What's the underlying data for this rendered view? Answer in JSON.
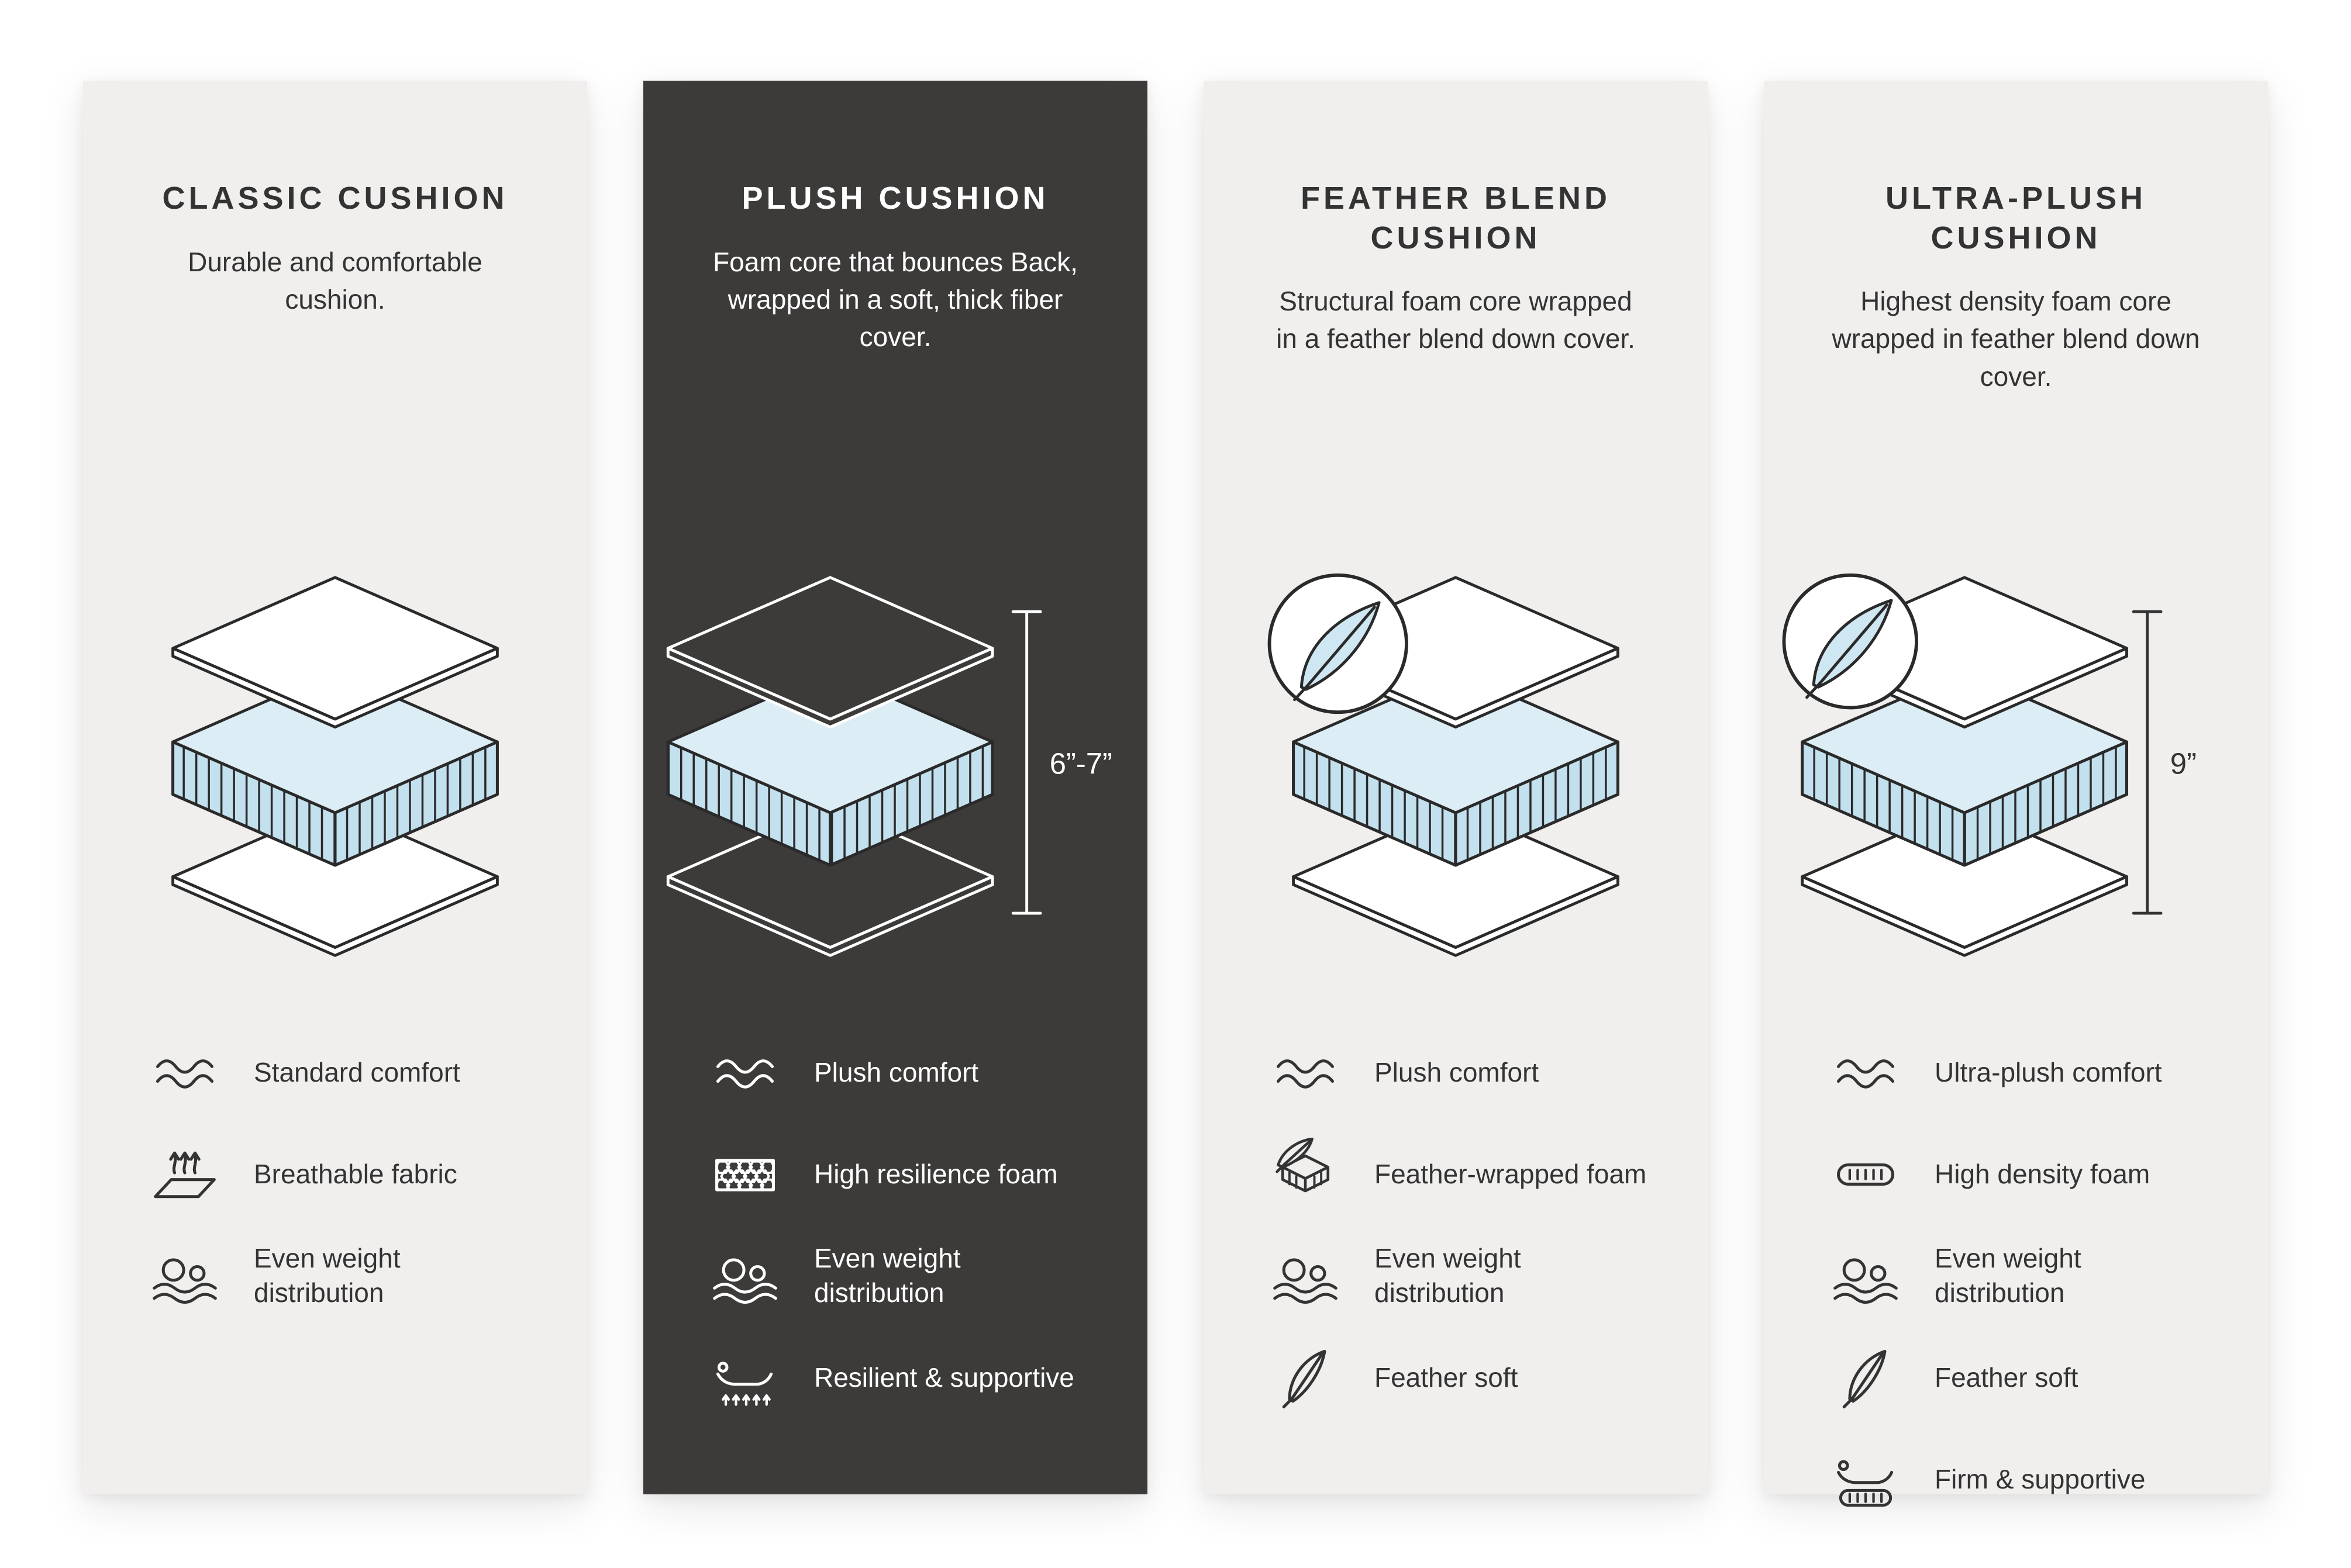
{
  "colors": {
    "page_bg": "#ffffff",
    "light_card_bg": "#f0efee",
    "dark_card_bg": "#3c3b3a",
    "foam_top": "#dcedf6",
    "foam_side": "#c3e0ee",
    "outline": "#2a2a2a",
    "feather_fill": "#cfe7f2",
    "text": "#333333",
    "text_on_dark": "#ffffff"
  },
  "cards": [
    {
      "id": "classic-cushion",
      "theme": "light",
      "title": "CLASSIC CUSHION",
      "description": "Durable and comfortable cushion.",
      "diagram": {
        "type": "layered-cushion",
        "badge_icon": "",
        "measure": ""
      },
      "features": [
        {
          "icon": "waves-icon",
          "label": "Standard comfort"
        },
        {
          "icon": "breathable-fabric-icon",
          "label": "Breathable fabric"
        },
        {
          "icon": "weight-distribution-icon",
          "label": "Even weight distribution"
        }
      ]
    },
    {
      "id": "plush-cushion",
      "theme": "dark",
      "title": "PLUSH CUSHION",
      "description": "Foam core that bounces Back, wrapped in a soft, thick fiber cover.",
      "diagram": {
        "type": "layered-cushion",
        "badge_icon": "",
        "measure": "6”-7”"
      },
      "features": [
        {
          "icon": "waves-icon",
          "label": "Plush comfort"
        },
        {
          "icon": "honeycomb-foam-icon",
          "label": "High resilience foam"
        },
        {
          "icon": "weight-distribution-icon",
          "label": "Even weight distribution"
        },
        {
          "icon": "resilient-supportive-icon",
          "label": "Resilient & supportive"
        }
      ]
    },
    {
      "id": "feather-blend-cushion",
      "theme": "light",
      "title": "FEATHER BLEND CUSHION",
      "description": "Structural foam core wrapped in a feather blend down cover.",
      "diagram": {
        "type": "layered-cushion",
        "badge_icon": "feather-badge-icon",
        "measure": ""
      },
      "features": [
        {
          "icon": "waves-icon",
          "label": "Plush comfort"
        },
        {
          "icon": "feather-wrapped-foam-icon",
          "label": "Feather-wrapped foam"
        },
        {
          "icon": "weight-distribution-icon",
          "label": "Even weight distribution"
        },
        {
          "icon": "feather-icon",
          "label": "Feather soft"
        }
      ]
    },
    {
      "id": "ultra-plush-cushion",
      "theme": "light",
      "title": "ULTRA-PLUSH CUSHION",
      "description": "Highest density foam core wrapped in feather blend down cover.",
      "diagram": {
        "type": "layered-cushion",
        "badge_icon": "feather-badge-icon",
        "measure": "9”"
      },
      "features": [
        {
          "icon": "waves-icon",
          "label": "Ultra-plush comfort"
        },
        {
          "icon": "high-density-foam-icon",
          "label": "High density foam"
        },
        {
          "icon": "weight-distribution-icon",
          "label": "Even weight distribution"
        },
        {
          "icon": "feather-icon",
          "label": "Feather soft"
        },
        {
          "icon": "firm-supportive-icon",
          "label": "Firm & supportive"
        }
      ]
    }
  ]
}
